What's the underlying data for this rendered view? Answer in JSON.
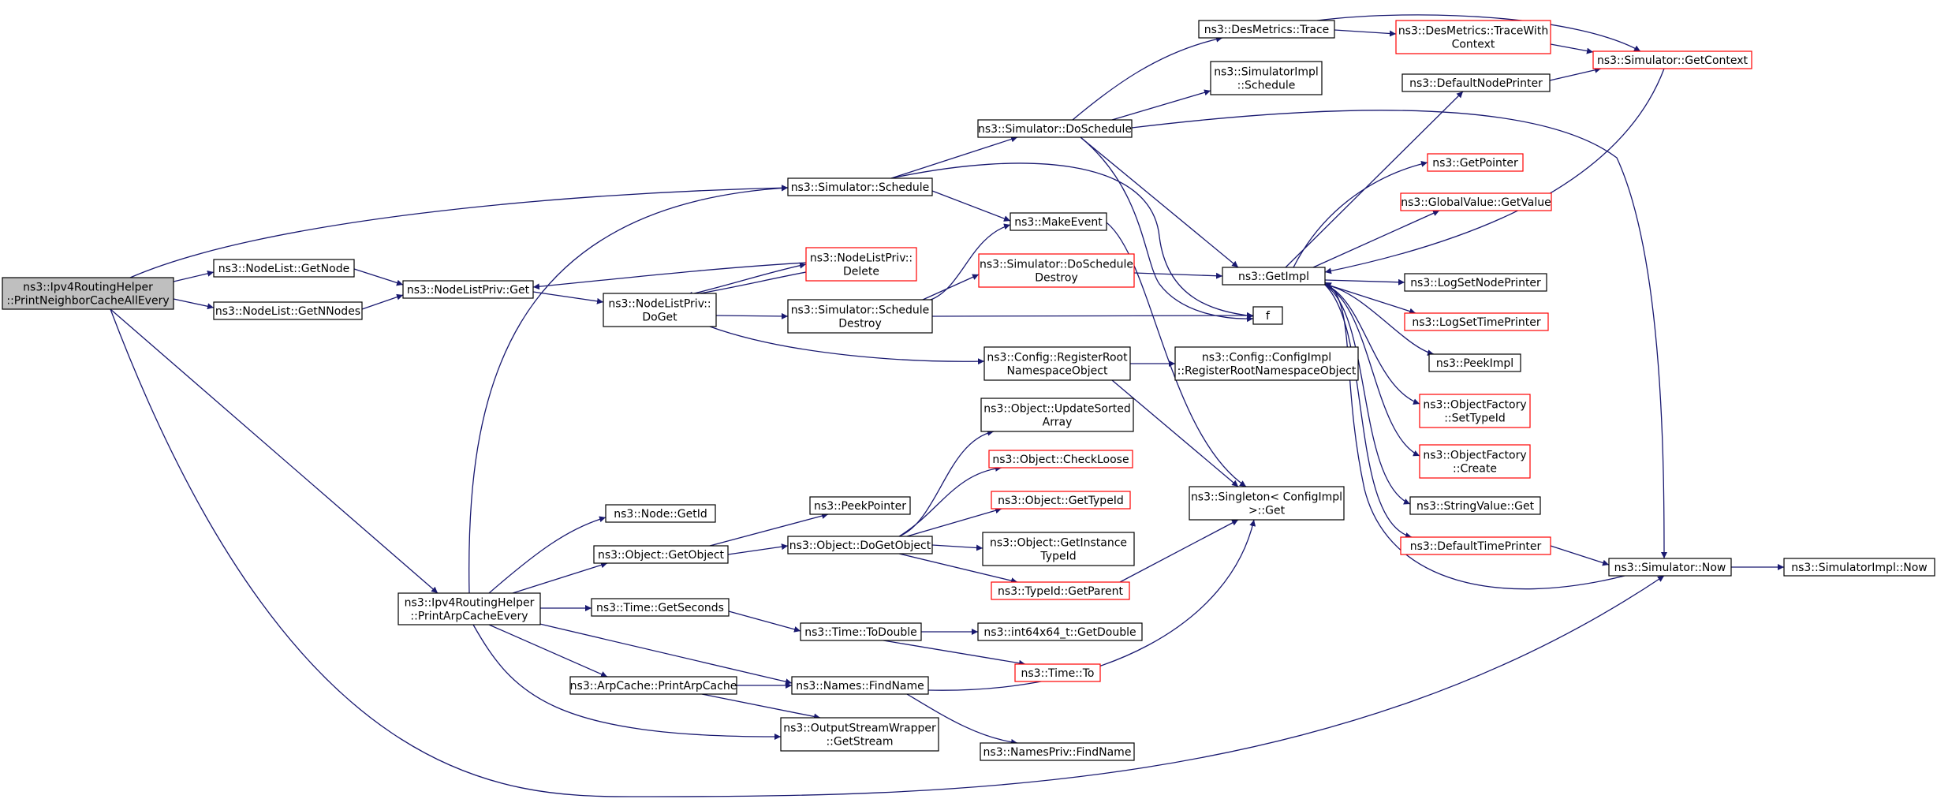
{
  "colors": {
    "edge": "#191970",
    "border_normal": "#000000",
    "border_truncated": "#ff0000",
    "root_fill": "#bfbfbf",
    "node_fill": "#ffffff"
  },
  "nodes": [
    {
      "id": "root",
      "lines": [
        "ns3::Ipv4RoutingHelper",
        "::PrintNeighborCacheAllEvery"
      ],
      "style": "root"
    },
    {
      "id": "nodelist_getnode",
      "lines": [
        "ns3::NodeList::GetNode"
      ],
      "style": "normal"
    },
    {
      "id": "nodelist_getnnodes",
      "lines": [
        "ns3::NodeList::GetNNodes"
      ],
      "style": "normal"
    },
    {
      "id": "nodelistpriv_get",
      "lines": [
        "ns3::NodeListPriv::Get"
      ],
      "style": "normal"
    },
    {
      "id": "nodelistpriv_doget",
      "lines": [
        "ns3::NodeListPriv::",
        "DoGet"
      ],
      "style": "normal"
    },
    {
      "id": "nodelistpriv_delete",
      "lines": [
        "ns3::NodeListPriv::",
        "Delete"
      ],
      "style": "truncated"
    },
    {
      "id": "sim_schedule",
      "lines": [
        "ns3::Simulator::Schedule"
      ],
      "style": "normal"
    },
    {
      "id": "sim_scheduledestroy",
      "lines": [
        "ns3::Simulator::Schedule",
        "Destroy"
      ],
      "style": "normal"
    },
    {
      "id": "sim_doschedule",
      "lines": [
        "ns3::Simulator::DoSchedule"
      ],
      "style": "normal"
    },
    {
      "id": "makeevent",
      "lines": [
        "ns3::MakeEvent"
      ],
      "style": "normal"
    },
    {
      "id": "sim_dosched_destroy",
      "lines": [
        "ns3::Simulator::DoSchedule",
        "Destroy"
      ],
      "style": "truncated"
    },
    {
      "id": "desmetrics_trace",
      "lines": [
        "ns3::DesMetrics::Trace"
      ],
      "style": "normal"
    },
    {
      "id": "desmetrics_tracectx",
      "lines": [
        "ns3::DesMetrics::TraceWith",
        "Context"
      ],
      "style": "truncated"
    },
    {
      "id": "simimpl_schedule",
      "lines": [
        "ns3::SimulatorImpl",
        "::Schedule"
      ],
      "style": "normal"
    },
    {
      "id": "sim_getcontext",
      "lines": [
        "ns3::Simulator::GetContext"
      ],
      "style": "truncated"
    },
    {
      "id": "defaultnodeprinter",
      "lines": [
        "ns3::DefaultNodePrinter"
      ],
      "style": "normal"
    },
    {
      "id": "getimpl",
      "lines": [
        "ns3::GetImpl"
      ],
      "style": "normal"
    },
    {
      "id": "f",
      "lines": [
        "f"
      ],
      "style": "normal"
    },
    {
      "id": "getpointer",
      "lines": [
        "ns3::GetPointer"
      ],
      "style": "truncated"
    },
    {
      "id": "globalvalue_getvalue",
      "lines": [
        "ns3::GlobalValue::GetValue"
      ],
      "style": "truncated"
    },
    {
      "id": "logsetnodeprinter",
      "lines": [
        "ns3::LogSetNodePrinter"
      ],
      "style": "normal"
    },
    {
      "id": "logsettimeprinter",
      "lines": [
        "ns3::LogSetTimePrinter"
      ],
      "style": "truncated"
    },
    {
      "id": "peekimpl",
      "lines": [
        "ns3::PeekImpl"
      ],
      "style": "normal"
    },
    {
      "id": "objfactory_settypeid",
      "lines": [
        "ns3::ObjectFactory",
        "::SetTypeId"
      ],
      "style": "truncated"
    },
    {
      "id": "objfactory_create",
      "lines": [
        "ns3::ObjectFactory",
        "::Create"
      ],
      "style": "truncated"
    },
    {
      "id": "stringvalue_get",
      "lines": [
        "ns3::StringValue::Get"
      ],
      "style": "normal"
    },
    {
      "id": "defaulttimeprinter",
      "lines": [
        "ns3::DefaultTimePrinter"
      ],
      "style": "truncated"
    },
    {
      "id": "sim_now",
      "lines": [
        "ns3::Simulator::Now"
      ],
      "style": "normal"
    },
    {
      "id": "simimpl_now",
      "lines": [
        "ns3::SimulatorImpl::Now"
      ],
      "style": "normal"
    },
    {
      "id": "config_regroot",
      "lines": [
        "ns3::Config::RegisterRoot",
        "NamespaceObject"
      ],
      "style": "normal"
    },
    {
      "id": "configimpl_regroot",
      "lines": [
        "ns3::Config::ConfigImpl",
        "::RegisterRootNamespaceObject"
      ],
      "style": "normal"
    },
    {
      "id": "singleton_get",
      "lines": [
        "ns3::Singleton< ConfigImpl",
        ">::Get"
      ],
      "style": "normal"
    },
    {
      "id": "obj_updatesorted",
      "lines": [
        "ns3::Object::UpdateSorted",
        "Array"
      ],
      "style": "normal"
    },
    {
      "id": "obj_checkloose",
      "lines": [
        "ns3::Object::CheckLoose"
      ],
      "style": "truncated"
    },
    {
      "id": "obj_gettypeid",
      "lines": [
        "ns3::Object::GetTypeId"
      ],
      "style": "truncated"
    },
    {
      "id": "obj_getinstancetypeid",
      "lines": [
        "ns3::Object::GetInstance",
        "TypeId"
      ],
      "style": "normal"
    },
    {
      "id": "typeid_getparent",
      "lines": [
        "ns3::TypeId::GetParent"
      ],
      "style": "truncated"
    },
    {
      "id": "obj_dogetobject",
      "lines": [
        "ns3::Object::DoGetObject"
      ],
      "style": "normal"
    },
    {
      "id": "peekpointer",
      "lines": [
        "ns3::PeekPointer"
      ],
      "style": "normal"
    },
    {
      "id": "node_getid",
      "lines": [
        "ns3::Node::GetId"
      ],
      "style": "normal"
    },
    {
      "id": "obj_getobject",
      "lines": [
        "ns3::Object::GetObject"
      ],
      "style": "normal"
    },
    {
      "id": "printarp",
      "lines": [
        "ns3::Ipv4RoutingHelper",
        "::PrintArpCacheEvery"
      ],
      "style": "normal"
    },
    {
      "id": "time_getseconds",
      "lines": [
        "ns3::Time::GetSeconds"
      ],
      "style": "normal"
    },
    {
      "id": "time_todouble",
      "lines": [
        "ns3::Time::ToDouble"
      ],
      "style": "normal"
    },
    {
      "id": "int64_getdouble",
      "lines": [
        "ns3::int64x64_t::GetDouble"
      ],
      "style": "normal"
    },
    {
      "id": "time_to",
      "lines": [
        "ns3::Time::To"
      ],
      "style": "truncated"
    },
    {
      "id": "arpcache_print",
      "lines": [
        "ns3::ArpCache::PrintArpCache"
      ],
      "style": "normal"
    },
    {
      "id": "names_findname",
      "lines": [
        "ns3::Names::FindName"
      ],
      "style": "normal"
    },
    {
      "id": "namespriv_findname",
      "lines": [
        "ns3::NamesPriv::FindName"
      ],
      "style": "normal"
    },
    {
      "id": "osw_getstream",
      "lines": [
        "ns3::OutputStreamWrapper",
        "::GetStream"
      ],
      "style": "normal"
    }
  ]
}
